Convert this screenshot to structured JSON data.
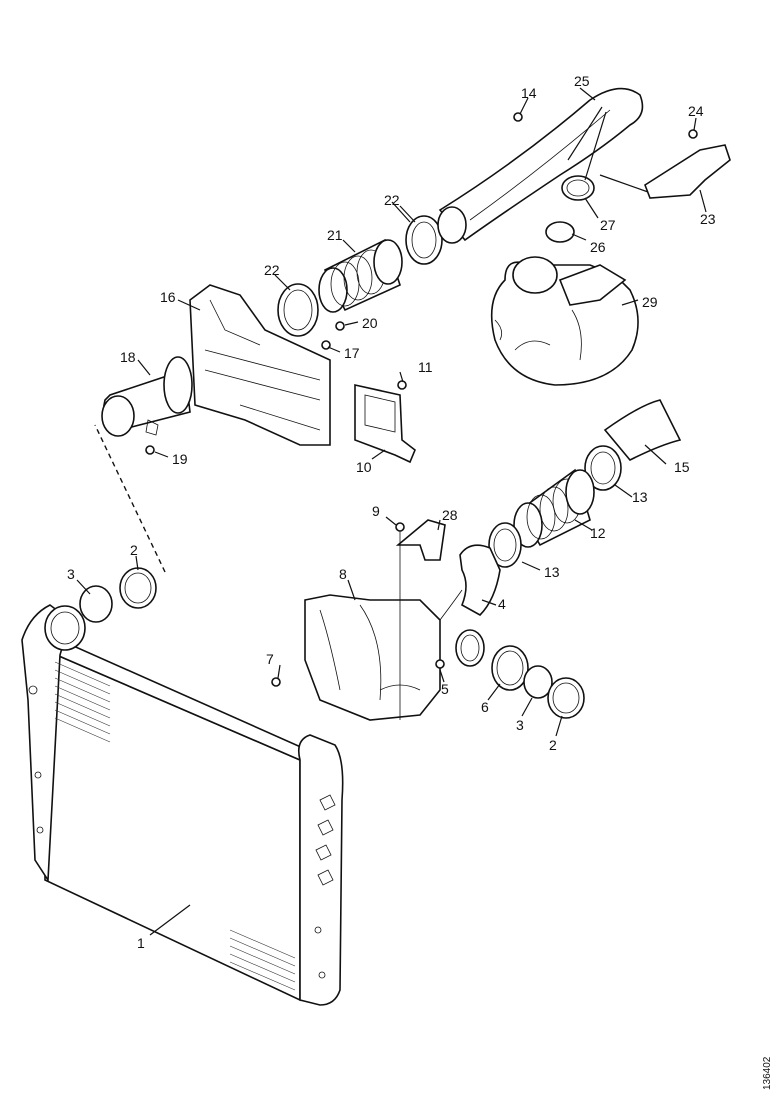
{
  "diagram": {
    "labels": [
      "1",
      "2",
      "3",
      "4",
      "5",
      "6",
      "7",
      "8",
      "9",
      "10",
      "11",
      "12",
      "13",
      "14",
      "15",
      "16",
      "17",
      "18",
      "19",
      "20",
      "21",
      "22",
      "23",
      "24",
      "25",
      "26",
      "27",
      "28",
      "29"
    ],
    "extra_labels": [
      "2",
      "3",
      "13",
      "22"
    ],
    "figure_code": "136402"
  }
}
